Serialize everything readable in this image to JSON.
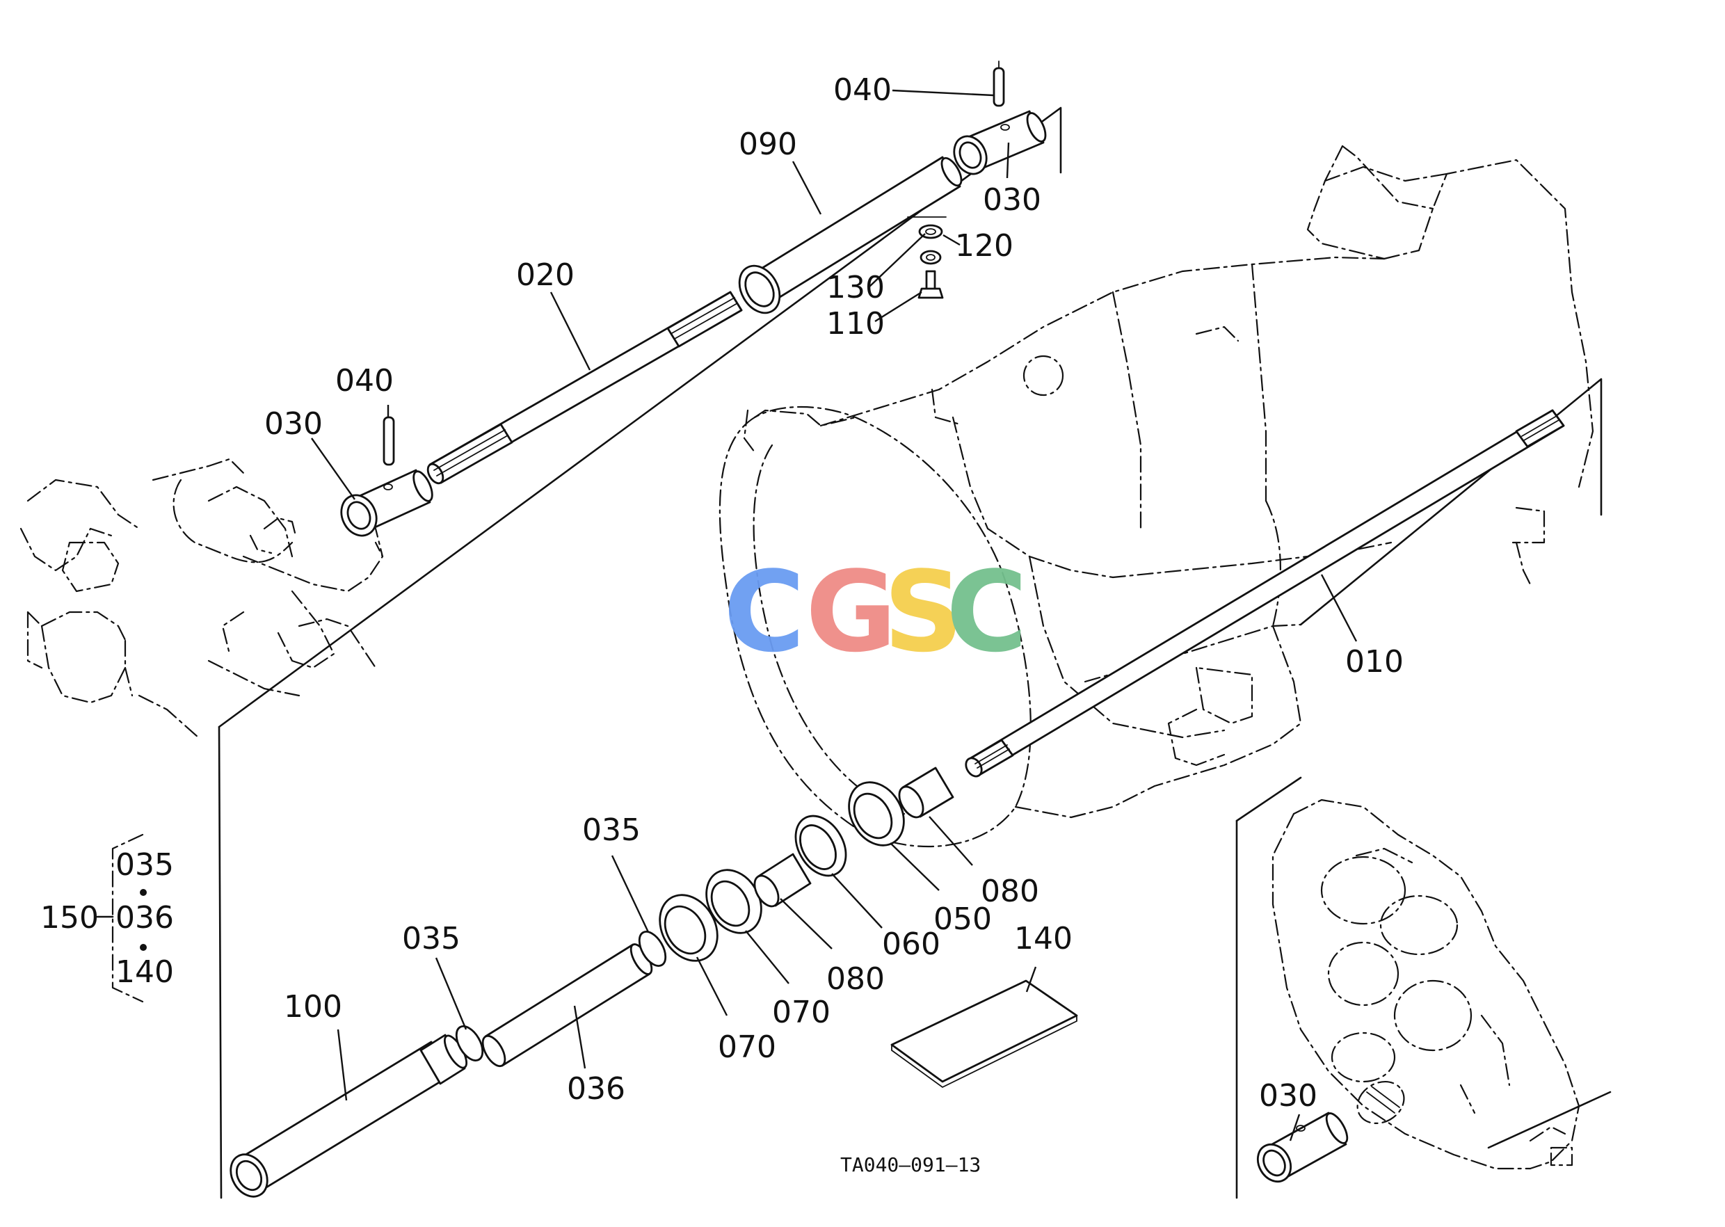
{
  "diagram": {
    "callouts": {
      "p040_top": "040",
      "p090": "090",
      "p030_top": "030",
      "p120": "120",
      "p130": "130",
      "p110": "110",
      "p020": "020",
      "p040_left": "040",
      "p030_left": "030",
      "p010": "010",
      "p035_a": "035",
      "p035_b": "035",
      "p036": "036",
      "p100": "100",
      "p070_a": "070",
      "p070_b": "070",
      "p080_a": "080",
      "p080_b": "080",
      "p060": "060",
      "p050": "050",
      "p140": "140",
      "p030_inset": "030"
    },
    "kit": {
      "main": "150",
      "item1": "035",
      "item2": "036",
      "item3": "140"
    },
    "drawing_code": "TA040–091–13",
    "watermark": {
      "letters": [
        "C",
        "G",
        "S",
        "C"
      ],
      "colors": [
        "#6a9cf2",
        "#ef8c86",
        "#f5cf4e",
        "#74c08e"
      ]
    }
  }
}
